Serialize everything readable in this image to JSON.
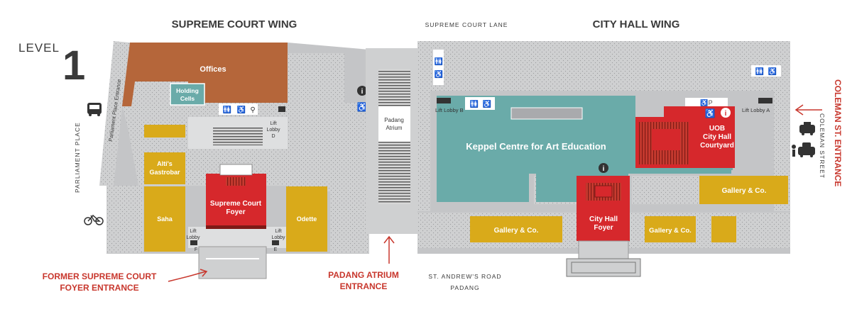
{
  "level": {
    "label": "LEVEL",
    "number": "1"
  },
  "wings": {
    "supreme": "SUPREME COURT WING",
    "cityhall": "CITY HALL WING"
  },
  "streets": {
    "supreme_court_lane": "SUPREME COURT LANE",
    "parliament_place": "PARLIAMENT PLACE",
    "parliament_place_entrance": "Parliament Place Entrance",
    "coleman_street": "COLEMAN STREET",
    "st_andrews_road": "ST. ANDREW'S ROAD",
    "padang": "PADANG"
  },
  "rooms": {
    "offices": "Offices",
    "holding_cells": [
      "Holding",
      "Cells"
    ],
    "altis": [
      "Alti's",
      "Gastrobar"
    ],
    "saha": "Saha",
    "supreme_court_foyer": [
      "Supreme Court",
      "Foyer"
    ],
    "odette": "Odette",
    "padang_atrium": [
      "Padang",
      "Atrium"
    ],
    "keppel_centre": "Keppel Centre for Art Education",
    "uob_courtyard": [
      "UOB",
      "City Hall",
      "Courtyard"
    ],
    "gallery_co_right": "Gallery & Co.",
    "gallery_co_left": "Gallery & Co.",
    "gallery_co_mid": "Gallery & Co.",
    "city_hall_foyer": [
      "City Hall",
      "Foyer"
    ]
  },
  "lift_lobbies": {
    "d": [
      "Lift",
      "Lobby",
      "D"
    ],
    "f": [
      "Lift",
      "Lobby",
      "F"
    ],
    "e": [
      "Lift",
      "Lobby",
      "E"
    ],
    "b": "Lift Lobby B",
    "a": "Lift Lobby A"
  },
  "entrances": {
    "former_supreme": [
      "FORMER SUPREME COURT",
      "FOYER ENTRANCE"
    ],
    "padang_atrium": [
      "PADANG ATRIUM",
      "ENTRANCE"
    ],
    "coleman": "COLEMAN ST. ENTRANCE"
  },
  "icons": [
    "info-icon",
    "wheelchair-icon",
    "toilet-icon",
    "lift-icon",
    "bus-icon",
    "taxi-icon",
    "car-icon",
    "bicycle-icon",
    "arrow-icon"
  ],
  "colors": {
    "offices": "#b5663a",
    "teal": "#6aaba9",
    "red": "#d6282c",
    "gold": "#d9aa1a",
    "grey": "#cfd0d1",
    "entrance_label": "#c8372d",
    "wing_title": "#3a3a3a"
  }
}
